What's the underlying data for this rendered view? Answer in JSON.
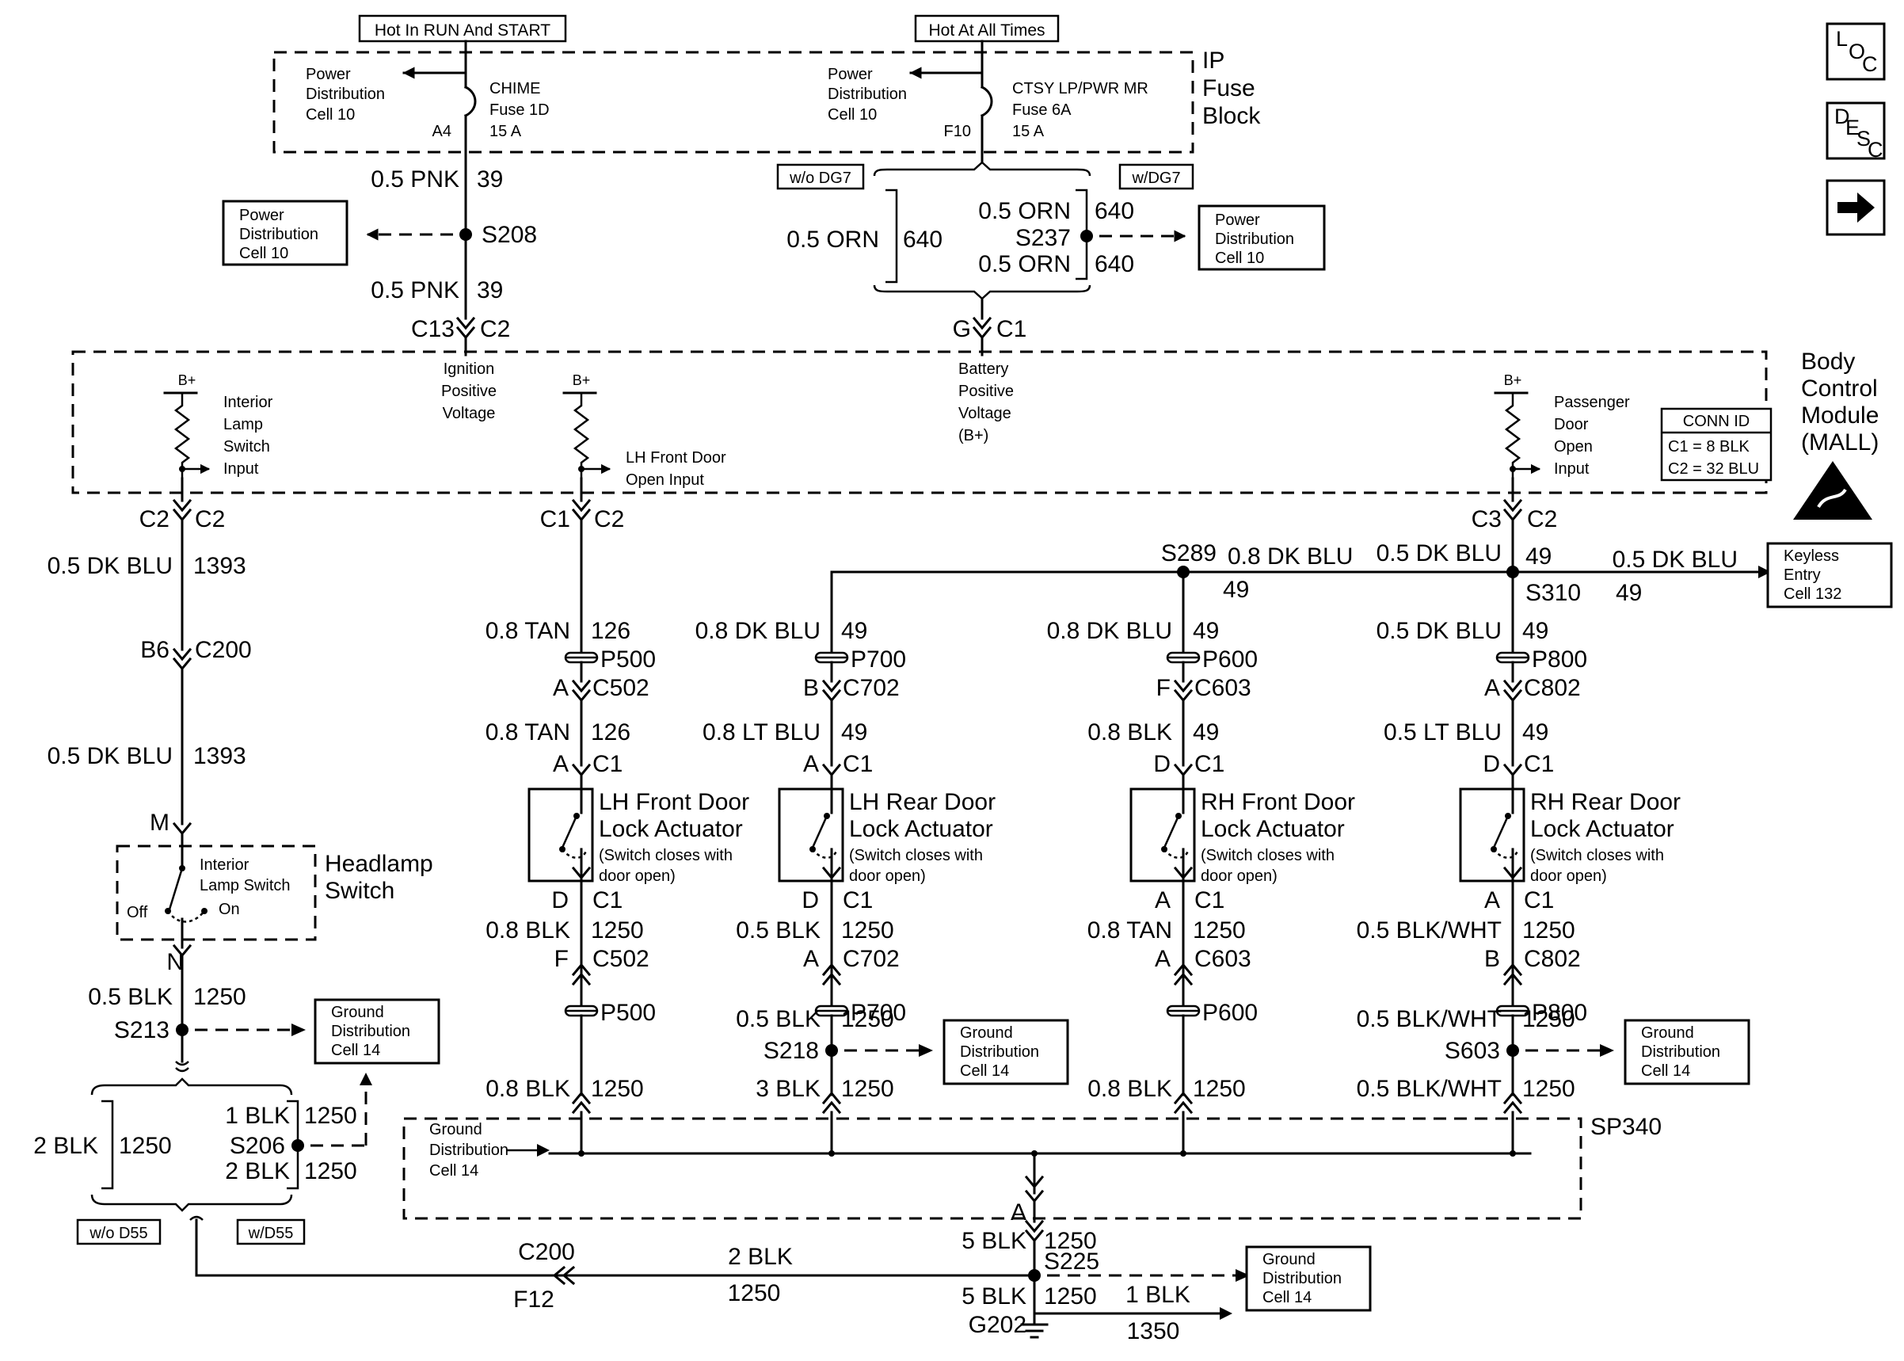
{
  "nav": {
    "loc": {
      "l": "L",
      "o": "O",
      "c": "C"
    },
    "desc": {
      "d": "D",
      "e": "E",
      "s": "S",
      "c": "C"
    },
    "next_icon": "right-arrow-icon"
  },
  "top": {
    "hot_run": "Hot In RUN And START",
    "hot_all": "Hot At All Times",
    "fuse_block": [
      "IP",
      "Fuse",
      "Block"
    ],
    "pd_left": [
      "Power",
      "Distribution",
      "Cell 10"
    ],
    "pd_mid": [
      "Power",
      "Distribution",
      "Cell 10"
    ],
    "chime": [
      "CHIME",
      "Fuse 1D",
      "15 A"
    ],
    "chime_pin": "A4",
    "ctsy": [
      "CTSY LP/PWR MR",
      "Fuse 6A",
      "15 A"
    ],
    "ctsy_pin": "F10",
    "wo_dg7": "w/o DG7",
    "w_dg7": "w/DG7"
  },
  "left_feed": {
    "pnk1": "0.5 PNK",
    "pnk1_n": "39",
    "s208": "S208",
    "pd": [
      "Power",
      "Distribution",
      "Cell 10"
    ],
    "pnk2": "0.5 PNK",
    "pnk2_n": "39",
    "c13": "C13",
    "c2": "C2"
  },
  "right_feed": {
    "orn_l": "0.5 ORN",
    "orn_l_n": "640",
    "orn_t": "0.5 ORN",
    "orn_t_n": "640",
    "s237": "S237",
    "orn_b": "0.5 ORN",
    "orn_b_n": "640",
    "pd": [
      "Power",
      "Distribution",
      "Cell 10"
    ],
    "g": "G",
    "c1": "C1"
  },
  "bcm": {
    "title": [
      "Body",
      "Control",
      "Module",
      "(MALL)"
    ],
    "ign": [
      "Ignition",
      "Positive",
      "Voltage"
    ],
    "batt": [
      "Battery",
      "Positive",
      "Voltage",
      "(B+)"
    ],
    "bplus": "B+",
    "interior": [
      "Interior",
      "Lamp",
      "Switch",
      "Input"
    ],
    "lh_front": [
      "LH Front Door",
      "Open Input"
    ],
    "pass": [
      "Passenger",
      "Door",
      "Open",
      "Input"
    ],
    "conn_title": "CONN ID",
    "conn": [
      "C1 = 8 BLK",
      "C2 = 32 BLU"
    ]
  },
  "col1": {
    "c2a": "C2",
    "c2b": "C2",
    "blu1": "0.5 DK BLU",
    "blu1_n": "1393",
    "b6": "B6",
    "c200": "C200",
    "blu2": "0.5 DK BLU",
    "blu2_n": "1393",
    "m": "M",
    "headlamp": [
      "Headlamp",
      "Switch"
    ],
    "ils": [
      "Interior",
      "Lamp Switch"
    ],
    "off": "Off",
    "on": "On",
    "n": "N",
    "blk": "0.5 BLK",
    "blk_n": "1250",
    "s213": "S213",
    "gd": [
      "Ground",
      "Distribution",
      "Cell 14"
    ],
    "blk2": "2 BLK",
    "blk2_n": "1250",
    "blk1t": "1 BLK",
    "blk1t_n": "1250",
    "s206": "S206",
    "blk2b": "2 BLK",
    "blk2b_n": "1250",
    "wo_d55": "w/o D55",
    "w_d55": "w/D55"
  },
  "bus": {
    "s289": "S289",
    "b1": "0.8 DK BLU",
    "b1_n": "49",
    "b2": "0.5 DK BLU",
    "c3": "C3",
    "c2": "C2",
    "b2_n": "49",
    "key_wire": "0.5 DK BLU",
    "key_n": "49",
    "keyless": [
      "Keyless",
      "Entry",
      "Cell 132"
    ],
    "s310": "S310"
  },
  "doors": [
    {
      "c_top_a": "C1",
      "c_top_b": "C2",
      "w1": "0.8 TAN",
      "w1_n": "126",
      "p1": "P500",
      "ca": "A",
      "cb": "C502",
      "w2": "0.8 TAN",
      "w2_n": "126",
      "pin_a": "A",
      "pin_b": "C1",
      "name": [
        "LH Front Door",
        "Lock Actuator"
      ],
      "note": [
        "(Switch closes with",
        "door open)"
      ],
      "pd_a": "D",
      "pd_b": "C1",
      "w3": "0.8 BLK",
      "w3_n": "1250",
      "cc_a": "F",
      "cc_b": "C502",
      "p2": "P500",
      "w4": "0.8 BLK",
      "w4_n": "1250"
    },
    {
      "w1": "0.8 DK BLU",
      "w1_n": "49",
      "p1": "P700",
      "ca": "B",
      "cb": "C702",
      "w2": "0.8 LT BLU",
      "w2_n": "49",
      "pin_a": "A",
      "pin_b": "C1",
      "name": [
        "LH Rear Door",
        "Lock Actuator"
      ],
      "note": [
        "(Switch closes with",
        "door open)"
      ],
      "pd_a": "D",
      "pd_b": "C1",
      "w3": "0.5 BLK",
      "w3_n": "1250",
      "cc_a": "A",
      "cc_b": "C702",
      "p2": "P700",
      "w4": "0.5 BLK",
      "w4_n": "1250",
      "splice": "S218",
      "gd": [
        "Ground",
        "Distribution",
        "Cell 14"
      ],
      "w5": "3 BLK",
      "w5_n": "1250"
    },
    {
      "w1": "0.8 DK BLU",
      "w1_n": "49",
      "p1": "P600",
      "ca": "F",
      "cb": "C603",
      "w2": "0.8 BLK",
      "w2_n": "49",
      "pin_a": "D",
      "pin_b": "C1",
      "name": [
        "RH Front Door",
        "Lock Actuator"
      ],
      "note": [
        "(Switch closes with",
        "door open)"
      ],
      "pd_a": "A",
      "pd_b": "C1",
      "w3": "0.8 TAN",
      "w3_n": "1250",
      "cc_a": "A",
      "cc_b": "C603",
      "p2": "P600",
      "w4": "0.8 BLK",
      "w4_n": "1250"
    },
    {
      "w1": "0.5 DK BLU",
      "w1_n": "49",
      "p1": "P800",
      "ca": "A",
      "cb": "C802",
      "w2": "0.5 LT BLU",
      "w2_n": "49",
      "pin_a": "D",
      "pin_b": "C1",
      "name": [
        "RH Rear Door",
        "Lock Actuator"
      ],
      "note": [
        "(Switch closes with",
        "door open)"
      ],
      "pd_a": "A",
      "pd_b": "C1",
      "w3": "0.5 BLK/WHT",
      "w3_n": "1250",
      "cc_a": "B",
      "cc_b": "C802",
      "p2": "P800",
      "w4": "0.5 BLK/WHT",
      "w4_n": "1250",
      "splice": "S603",
      "gd": [
        "Ground",
        "Distribution",
        "Cell 14"
      ],
      "w5": "0.5 BLK/WHT",
      "w5_n": "1250"
    }
  ],
  "ground": {
    "sp340": "SP340",
    "gd_box": [
      "Ground",
      "Distribution",
      "Cell 14"
    ],
    "a": "A",
    "blk5": "5 BLK",
    "blk5_n": "1250",
    "s225": "S225",
    "c200": "C200",
    "f12": "F12",
    "blk2": "2 BLK",
    "blk2_n": "1250",
    "blk5b": "5 BLK",
    "blk5b_n": "1250",
    "g202": "G202",
    "blk1": "1 BLK",
    "blk1_n": "1350",
    "gd": [
      "Ground",
      "Distribution",
      "Cell 14"
    ]
  }
}
